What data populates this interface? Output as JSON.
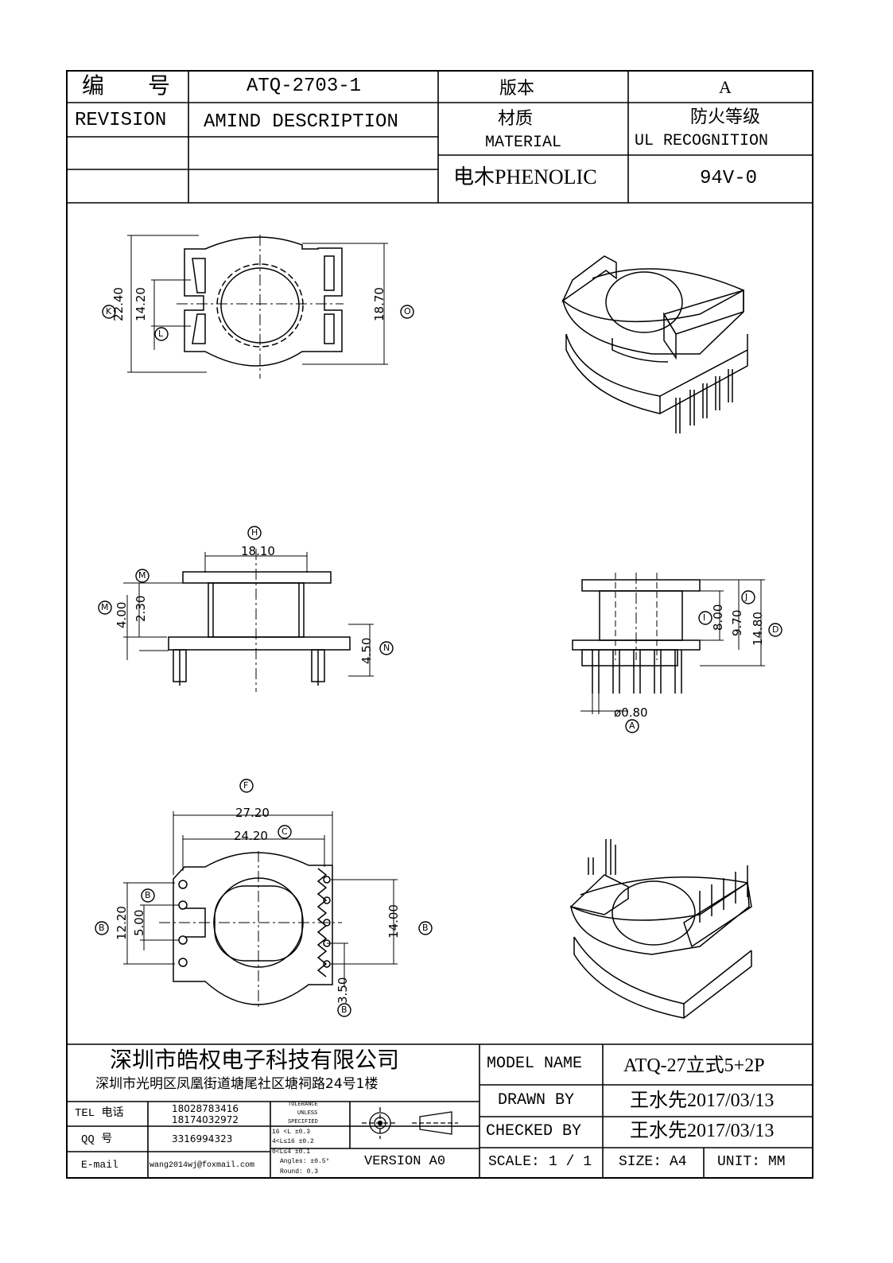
{
  "header": {
    "number_label": "编 号",
    "number_value": "ATQ-2703-1",
    "version_label": "版本",
    "version_value": "A",
    "revision_label": "REVISION",
    "amind_description_label": "AMIND DESCRIPTION",
    "material_label_cn": "材质",
    "material_label_en": "MATERIAL",
    "ul_label_cn": "防火等级",
    "ul_label_en": "UL RECOGNITION",
    "material_value": "电木PHENOLIC",
    "ul_value": "94V-0"
  },
  "dimensions": {
    "top_view": [
      "22.40",
      "14.20",
      "18.70"
    ],
    "side_view": [
      "18.10",
      "2.30",
      "4.00",
      "4.50"
    ],
    "right_view": [
      "8.00",
      "9.70",
      "14.80",
      "ø0.80"
    ],
    "bottom_view": [
      "27.20",
      "24.20",
      "12.20",
      "5.00",
      "14.00",
      "3.50"
    ]
  },
  "callouts": {
    "top_view": [
      "K",
      "L",
      "O"
    ],
    "side_view": [
      "H",
      "M",
      "M",
      "N"
    ],
    "right_view": [
      "I",
      "J",
      "D",
      "A"
    ],
    "bottom_view": [
      "F",
      "C",
      "B",
      "B",
      "B",
      "B"
    ]
  },
  "title_block": {
    "company_name": "深圳市皓权电子科技有限公司",
    "company_address": "深圳市光明区凤凰街道塘尾社区塘祠路24号1楼",
    "model_name_label": "MODEL NAME",
    "model_name_value": "ATQ-27立式5+2P",
    "drawn_by_label": "DRAWN BY",
    "drawn_by_value": "王水先2017/03/13",
    "checked_by_label": "CHECKED BY",
    "checked_by_value": "王水先2017/03/13",
    "tel_label": "TEL 电话",
    "tel_values": [
      "18028783416",
      "18174032972"
    ],
    "qq_label": "QQ  号",
    "qq_value": "3316994323",
    "email_label": "E-mail",
    "email_value": "wang2014wj@foxmail.com",
    "tolerance_lines": [
      "TOLERANCE",
      "UNLESS",
      "SPECIFIED",
      "16 <L        ±0.3",
      "4<L≤16      ±0.2",
      "0<L≤4       ±0.1",
      "Angles: ±0.5°",
      "Round: 0.3"
    ],
    "version": "VERSION A0",
    "scale_label": "SCALE:",
    "scale_value": "1 / 1",
    "size_label": "SIZE:",
    "size_value": "A4",
    "unit_label": "UNIT:",
    "unit_value": "MM"
  }
}
